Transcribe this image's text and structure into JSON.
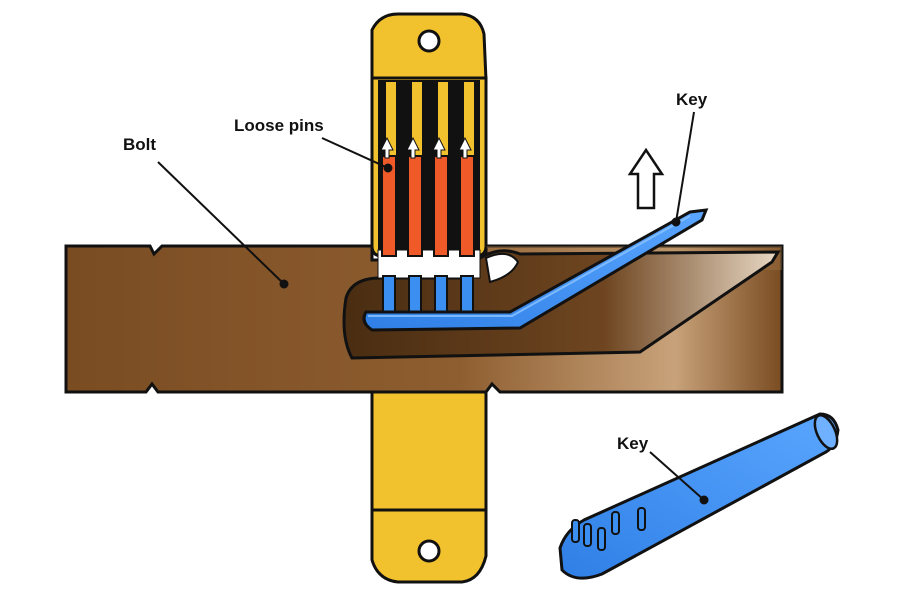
{
  "labels": {
    "bolt": "Bolt",
    "loose_pins": "Loose pins",
    "key_top": "Key",
    "key_bottom": "Key"
  },
  "colors": {
    "bolt": "#8a5a2e",
    "bolt_dark": "#5e3a1a",
    "bolt_light": "#b48a5a",
    "housing": "#f2c12e",
    "housing_dark": "#c89a14",
    "pin_red": "#f05a28",
    "key_blue": "#3b8ff0",
    "key_blue_light": "#6fb0ff",
    "outline": "#111111"
  },
  "icons": [
    "up-arrow-icon",
    "mounting-hole-icon"
  ]
}
